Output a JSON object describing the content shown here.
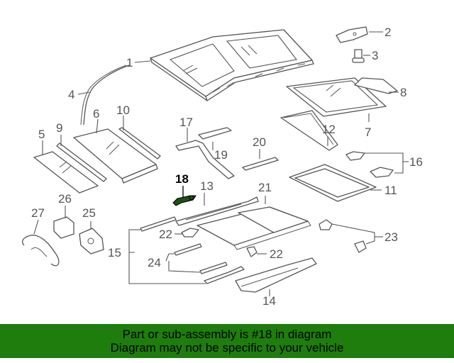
{
  "labels": {
    "p1": "1",
    "p2": "2",
    "p3": "3",
    "p4": "4",
    "p5": "5",
    "p6": "6",
    "p7": "7",
    "p8": "8",
    "p9": "9",
    "p10": "10",
    "p11": "11",
    "p12": "12",
    "p13": "13",
    "p14": "14",
    "p15": "15",
    "p16": "16",
    "p17": "17",
    "p18": "18",
    "p19": "19",
    "p20": "20",
    "p21": "21",
    "p22a": "22",
    "p22b": "22",
    "p23": "23",
    "p24": "24",
    "p25": "25",
    "p26": "26",
    "p27": "27"
  },
  "highlighted_part": "18",
  "banner": {
    "line1": "Part or sub-assembly is #18 in diagram",
    "line2": "Diagram may not be specific to your vehicle"
  },
  "colors": {
    "banner_bg": "#1e7d0c",
    "highlight": "#1d4f12",
    "line": "#555555"
  }
}
